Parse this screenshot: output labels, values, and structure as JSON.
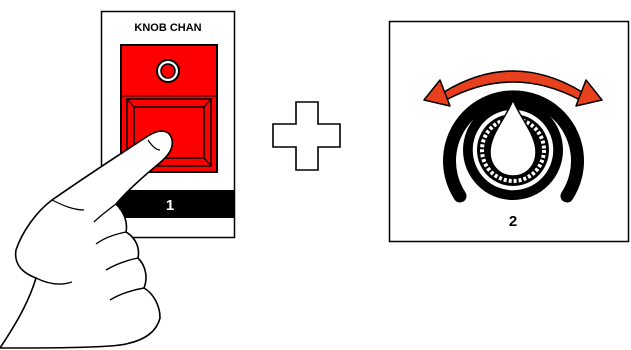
{
  "panel": {
    "title": "KNOB CHAN",
    "step_number": "1"
  },
  "knob_box": {
    "step_number": "2"
  },
  "colors": {
    "button_red": "#ff0000",
    "arrow_red": "#e8401c",
    "black": "#000000",
    "white": "#ffffff"
  },
  "icons": [
    "hand-pointer-icon",
    "plus-icon",
    "led-indicator-icon",
    "rotate-arrow-icon",
    "knob-icon",
    "drop-icon"
  ]
}
